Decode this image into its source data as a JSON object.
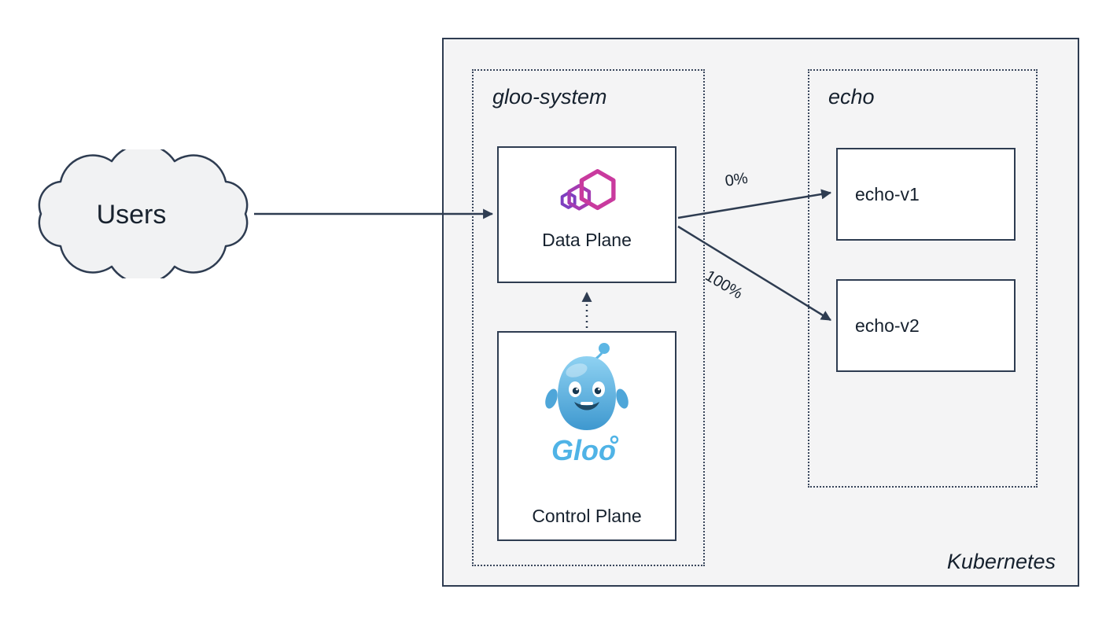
{
  "cloud": {
    "label": "Users"
  },
  "cluster": {
    "label": "Kubernetes"
  },
  "namespaces": {
    "gloo_system": {
      "label": "gloo-system"
    },
    "echo": {
      "label": "echo"
    }
  },
  "nodes": {
    "data_plane": {
      "label": "Data Plane"
    },
    "control_plane": {
      "label": "Control Plane",
      "wordmark": "Gloo"
    },
    "echo_v1": {
      "label": "echo-v1"
    },
    "echo_v2": {
      "label": "echo-v2"
    }
  },
  "edges": {
    "data_plane_to_echo_v1": {
      "label": "0%"
    },
    "data_plane_to_echo_v2": {
      "label": "100%"
    }
  },
  "colors": {
    "stroke": "#2e3c51",
    "cluster_bg": "#f4f4f5",
    "node_bg": "#ffffff",
    "cloud_fill": "#f1f2f3",
    "gloo_magenta": "#c93a9e",
    "gloo_purple": "#7d3fbf",
    "gloo_blue": "#4fb3e6"
  }
}
